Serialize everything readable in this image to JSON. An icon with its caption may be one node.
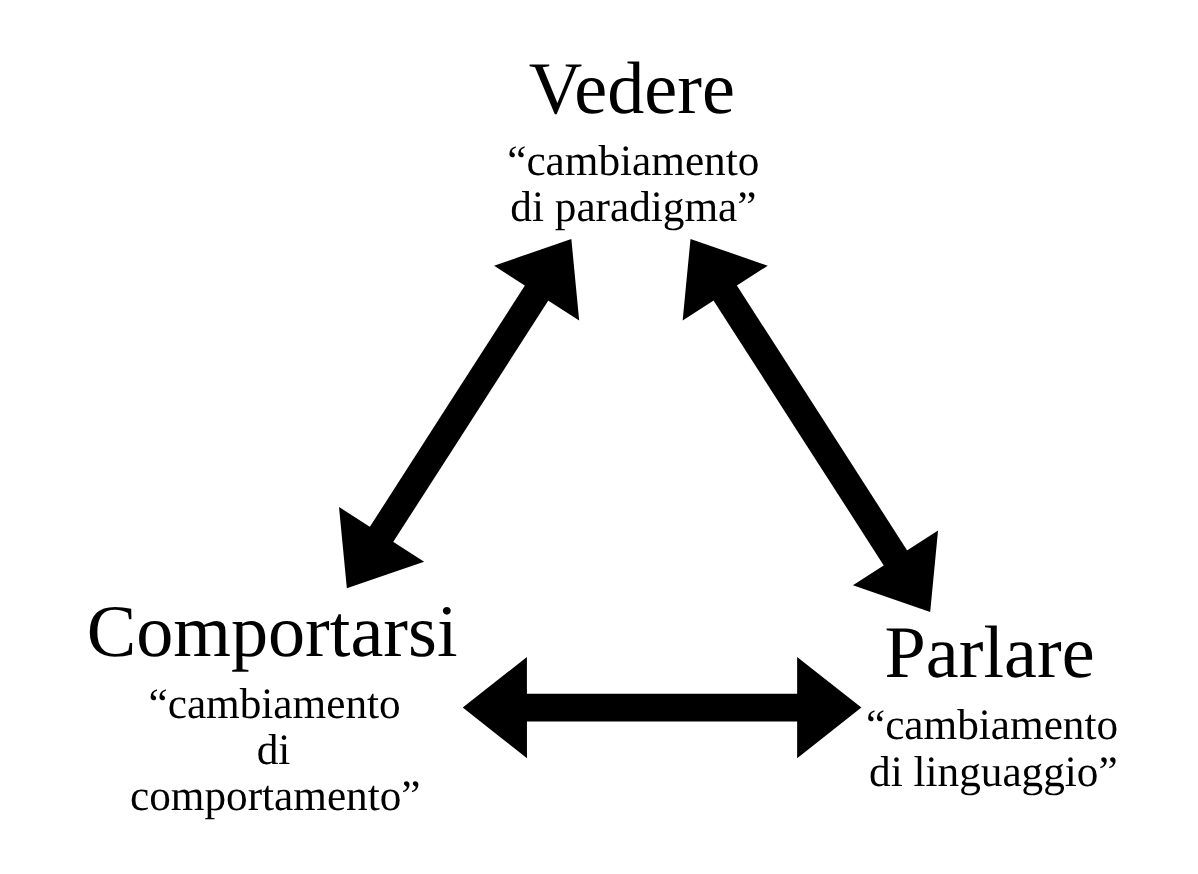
{
  "diagram": {
    "nodes": [
      {
        "text": [
          "Vedere",
          "“cambiamento di paradigma”"
        ]
      },
      {
        "text": [
          "Comportarsi",
          "“cambiamento di comportamento”"
        ]
      },
      {
        "text": [
          "Parlare",
          "“cambiamento di linguaggio”"
        ]
      }
    ],
    "edges": [
      {
        "from": 0,
        "to": 2,
        "arrow": "both"
      },
      {
        "from": 1,
        "to": 2,
        "arrow": "both"
      },
      {
        "from": 1,
        "to": 0,
        "arrow": "both"
      }
    ]
  }
}
